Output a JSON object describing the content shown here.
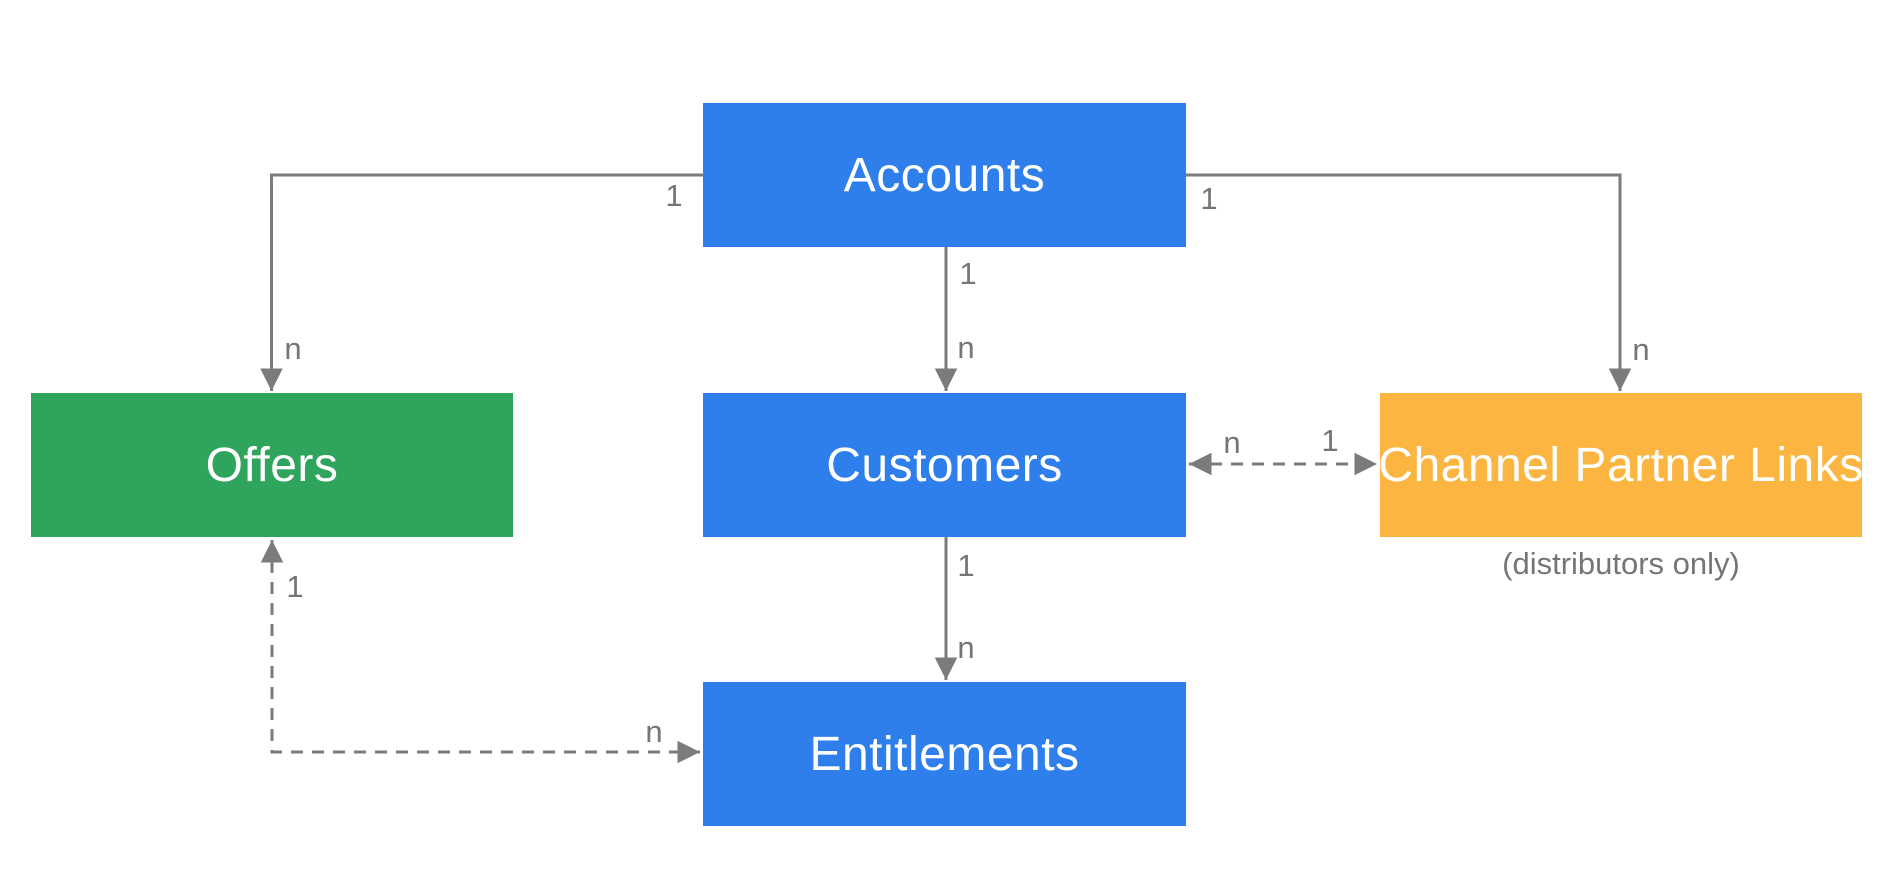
{
  "diagram": {
    "title": "",
    "colors": {
      "node_blue": "#2e7fec",
      "node_green": "#2fa45c",
      "node_orange": "#fbb540",
      "connector_gray": "#7b7b7b",
      "label_gray": "#757575",
      "node_text": "#ffffff",
      "background": "#ffffff"
    },
    "nodes": {
      "accounts": {
        "label": "Accounts"
      },
      "offers": {
        "label": "Offers"
      },
      "customers": {
        "label": "Customers"
      },
      "channel_partner_links": {
        "label": "Channel Partner Links",
        "caption": "(distributors only)"
      },
      "entitlements": {
        "label": "Entitlements"
      }
    },
    "edges": {
      "accounts_offers": {
        "from": "Accounts",
        "to": "Offers",
        "style": "solid",
        "source_label": "1",
        "target_label": "n"
      },
      "accounts_customers": {
        "from": "Accounts",
        "to": "Customers",
        "style": "solid",
        "source_label": "1",
        "target_label": "n"
      },
      "accounts_channel_partner_links": {
        "from": "Accounts",
        "to": "Channel Partner Links",
        "style": "solid",
        "source_label": "1",
        "target_label": "n"
      },
      "customers_entitlements": {
        "from": "Customers",
        "to": "Entitlements",
        "style": "solid",
        "source_label": "1",
        "target_label": "n"
      },
      "customers_channel_partner_links": {
        "from": "Customers",
        "to": "Channel Partner Links",
        "style": "dashed",
        "bidirectional": true,
        "source_label": "n",
        "target_label": "1"
      },
      "offers_entitlements": {
        "from": "Offers",
        "to": "Entitlements",
        "style": "dashed",
        "bidirectional": true,
        "source_label": "1",
        "target_label": "n"
      }
    }
  }
}
